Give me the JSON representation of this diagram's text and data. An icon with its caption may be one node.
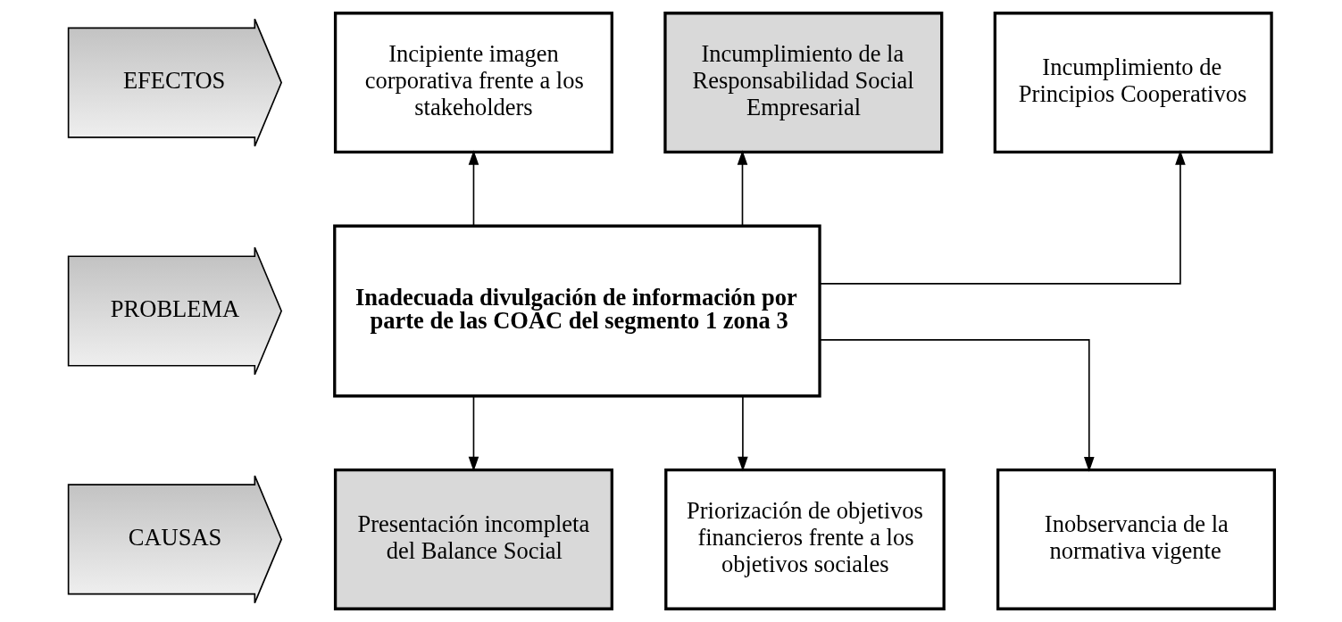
{
  "diagram": {
    "nodes": [
      {
        "text": [
          "EFECTOS"
        ]
      },
      {
        "text": [
          "Incipiente imagen corporativa frente a los stakeholders"
        ]
      },
      {
        "text": [
          "Incumplimiento de la Responsabilidad Social Empresarial"
        ]
      },
      {
        "text": [
          "Incumplimiento de Principios Cooperativos"
        ]
      },
      {
        "text": [
          "PROBLEMA"
        ]
      },
      {
        "text": [
          "Inadecuada divulgación de información por parte de las COAC del segmento 1 zona 3"
        ]
      },
      {
        "text": [
          "CAUSAS"
        ]
      },
      {
        "text": [
          "Presentación incompleta del Balance Social"
        ]
      },
      {
        "text": [
          "Priorización de objetivos financieros frente a los objetivos sociales"
        ]
      },
      {
        "text": [
          "Inobservancia de la normativa vigente"
        ]
      }
    ],
    "edges": [
      {
        "from": 5,
        "to": 1,
        "arrow": "to"
      },
      {
        "from": 5,
        "to": 2,
        "arrow": "to"
      },
      {
        "from": 5,
        "to": 3,
        "arrow": "to"
      },
      {
        "from": 5,
        "to": 7,
        "arrow": "to"
      },
      {
        "from": 5,
        "to": 8,
        "arrow": "to"
      },
      {
        "from": 5,
        "to": 9,
        "arrow": "to"
      }
    ]
  }
}
